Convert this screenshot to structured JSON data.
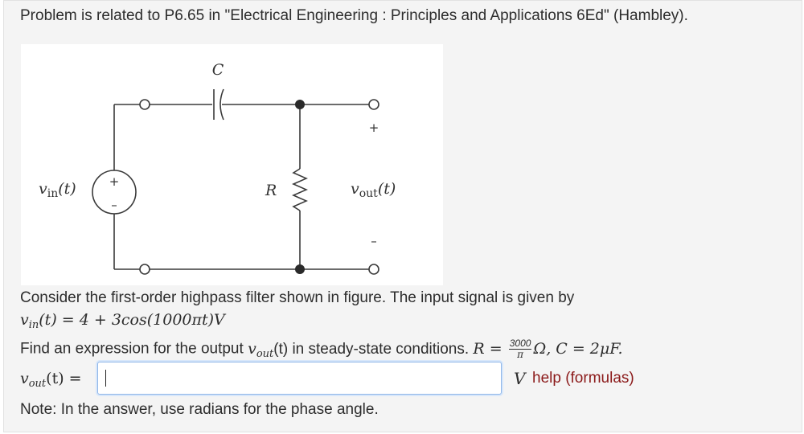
{
  "problem": {
    "title": "Problem is related to P6.65 in \"Electrical Engineering : Principles and Applications 6Ed\" (Hambley).",
    "intro": "Consider the first-order highpass filter shown in figure. The input signal is given by",
    "vin_lhs": "v",
    "vin_sub": "in",
    "vin_rhs": "(t) = 4 + 3cos(1000πt)V",
    "find_text": "Find an expression for the output",
    "vout_sym": "v",
    "vout_sub": "out",
    "find_tail": "(t) in steady-state conditions.",
    "r_label": "R =",
    "r_num": "3000",
    "r_den": "π",
    "r_tail": "Ω, C = 2μF.",
    "answer_lhs_sym": "v",
    "answer_lhs_sub": "out",
    "answer_lhs_tail": "(t) =",
    "note": "Note: In the answer, use radians for the phase angle."
  },
  "answer": {
    "value": "",
    "placeholder": ""
  },
  "unit_label": "V",
  "help_link": "help (formulas)",
  "circuit": {
    "capacitor_label": "C",
    "resistor_label": "R",
    "source_label": "v",
    "source_sub": "in",
    "source_arg": "(t)",
    "output_label": "v",
    "output_sub": "out",
    "output_arg": "(t)",
    "plus_sign": "+",
    "minus_sign": "–"
  }
}
